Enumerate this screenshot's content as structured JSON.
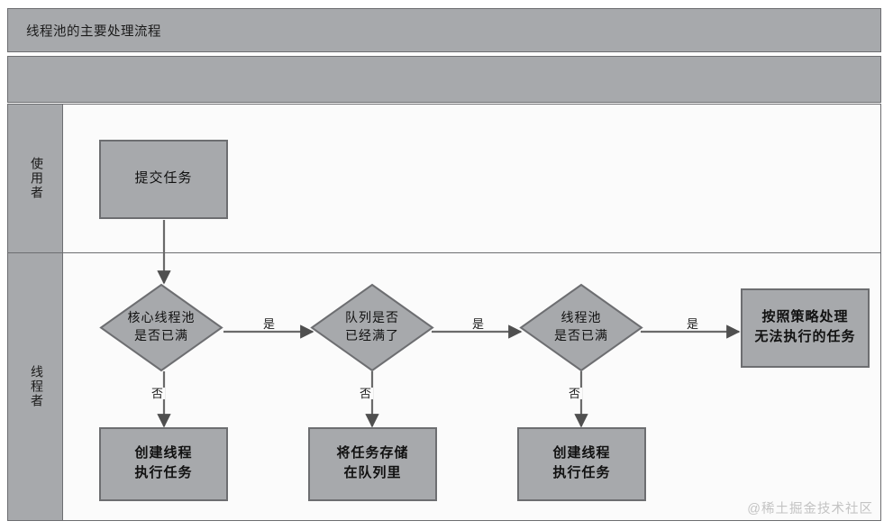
{
  "diagram": {
    "title": "线程池的主要处理流程",
    "lanes": [
      {
        "label": "使用者"
      },
      {
        "label": "线程者"
      }
    ],
    "nodes": [
      {
        "id": "submit",
        "type": "process",
        "text_lines": [
          "提交任务"
        ]
      },
      {
        "id": "core-full",
        "type": "decision",
        "text_lines": [
          "核心线程池",
          "是否已满"
        ]
      },
      {
        "id": "queue-full",
        "type": "decision",
        "text_lines": [
          "队列是否",
          "已经满了"
        ]
      },
      {
        "id": "pool-full",
        "type": "decision",
        "text_lines": [
          "线程池",
          "是否已满"
        ]
      },
      {
        "id": "reject-policy",
        "type": "process",
        "text_lines": [
          "按照策略处理",
          "无法执行的任务"
        ]
      },
      {
        "id": "create-thread-1",
        "type": "process",
        "text_lines": [
          "创建线程",
          "执行任务"
        ]
      },
      {
        "id": "store-queue",
        "type": "process",
        "text_lines": [
          "将任务存储",
          "在队列里"
        ]
      },
      {
        "id": "create-thread-2",
        "type": "process",
        "text_lines": [
          "创建线程",
          "执行任务"
        ]
      }
    ],
    "edges": [
      {
        "from": "submit",
        "to": "core-full",
        "label": ""
      },
      {
        "from": "core-full",
        "to": "queue-full",
        "label": "是"
      },
      {
        "from": "queue-full",
        "to": "pool-full",
        "label": "是"
      },
      {
        "from": "pool-full",
        "to": "reject-policy",
        "label": "是"
      },
      {
        "from": "core-full",
        "to": "create-thread-1",
        "label": "否"
      },
      {
        "from": "queue-full",
        "to": "store-queue",
        "label": "否"
      },
      {
        "from": "pool-full",
        "to": "create-thread-2",
        "label": "否"
      }
    ],
    "edge_labels": {
      "yes_1": "是",
      "yes_2": "是",
      "yes_3": "是",
      "no_1": "否",
      "no_2": "否",
      "no_3": "否"
    },
    "colors": {
      "shape_fill": "#a7a9ac",
      "shape_stroke": "#6d6e71",
      "lane_fill": "#fbfbfb",
      "header_fill": "#a7a9ac",
      "text": "#111111",
      "connector": "#5a5a5a",
      "watermark": "#c3c3c3"
    }
  },
  "watermark": {
    "text": "@稀土掘金技术社区"
  }
}
